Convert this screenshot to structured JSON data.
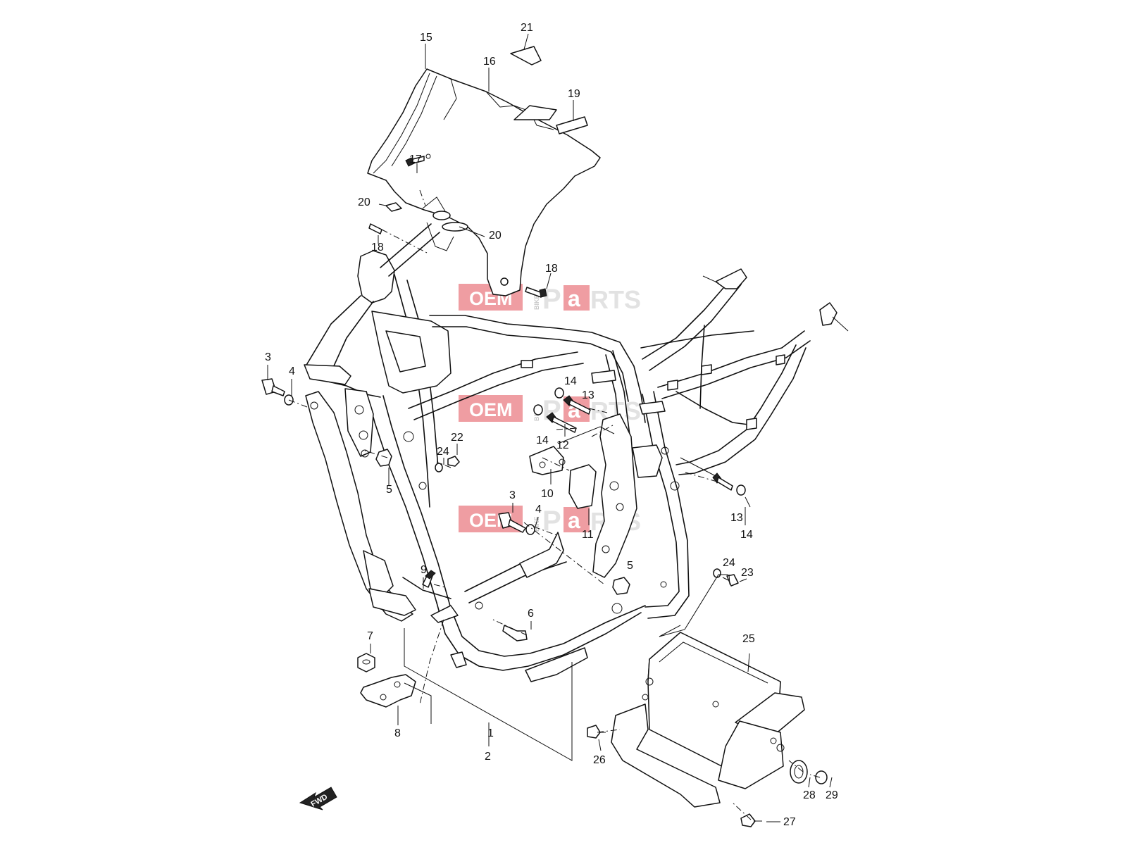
{
  "watermark": {
    "oem": "OEM",
    "bike": "BIKE",
    "p": "P",
    "a": "a",
    "rts": "RTS",
    "accent": "#e24d56"
  },
  "fwd_label": "FWD",
  "callouts": {
    "c1": "1",
    "c2": "2",
    "c3a": "3",
    "c3b": "3",
    "c4a": "4",
    "c4b": "4",
    "c5a": "5",
    "c5b": "5",
    "c6": "6",
    "c7": "7",
    "c8": "8",
    "c9": "9",
    "c10": "10",
    "c11": "11",
    "c12": "12",
    "c13a": "13",
    "c13b": "13",
    "c14a": "14",
    "c14b": "14",
    "c14c": "14",
    "c15": "15",
    "c16": "16",
    "c17": "17",
    "c18a": "18",
    "c18b": "18",
    "c19": "19",
    "c20a": "20",
    "c20b": "20",
    "c21": "21",
    "c22": "22",
    "c23": "23",
    "c24a": "24",
    "c24b": "24",
    "c25": "25",
    "c26": "26",
    "c27": "27",
    "c28": "28",
    "c29": "29"
  }
}
